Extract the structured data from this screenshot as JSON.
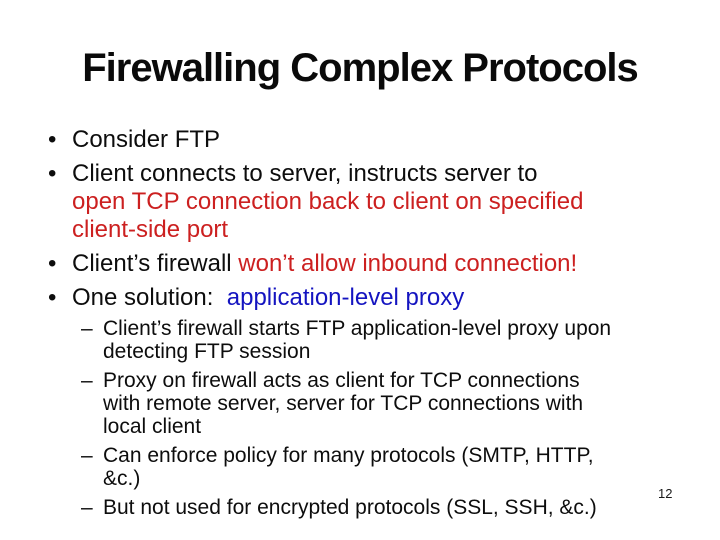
{
  "slide": {
    "title": "Firewalling Complex Protocols",
    "page_number": "12",
    "colors": {
      "text": "#0d0d0d",
      "red": "#cc2020",
      "blue": "#1414c0",
      "background": "#ffffff"
    },
    "bullets": [
      {
        "marker": "•",
        "lines": [
          [
            {
              "t": "Consider FTP",
              "c": "text"
            }
          ]
        ]
      },
      {
        "marker": "•",
        "lines": [
          [
            {
              "t": "Client connects to server, instructs server to",
              "c": "text"
            }
          ],
          [
            {
              "t": "open TCP connection back to client on specified",
              "c": "red"
            }
          ],
          [
            {
              "t": "client-side port",
              "c": "red"
            }
          ]
        ]
      },
      {
        "marker": "•",
        "lines": [
          [
            {
              "t": "Client’s firewall ",
              "c": "text"
            },
            {
              "t": "won’t allow inbound connection!",
              "c": "red"
            }
          ]
        ]
      },
      {
        "marker": "•",
        "lines": [
          [
            {
              "t": "One solution:  ",
              "c": "text"
            },
            {
              "t": "application-level proxy",
              "c": "blue"
            }
          ]
        ]
      }
    ],
    "sub_bullets": [
      {
        "marker": "–",
        "lines": [
          [
            {
              "t": "Client’s firewall starts FTP application-level proxy upon",
              "c": "text"
            }
          ],
          [
            {
              "t": "detecting FTP session",
              "c": "text"
            }
          ]
        ]
      },
      {
        "marker": "–",
        "lines": [
          [
            {
              "t": "Proxy on firewall acts as client for TCP connections",
              "c": "text"
            }
          ],
          [
            {
              "t": "with remote server, server for TCP connections with",
              "c": "text"
            }
          ],
          [
            {
              "t": "local client",
              "c": "text"
            }
          ]
        ]
      },
      {
        "marker": "–",
        "lines": [
          [
            {
              "t": "Can enforce policy for many protocols (SMTP, HTTP,",
              "c": "text"
            }
          ],
          [
            {
              "t": "&c.)",
              "c": "text"
            }
          ]
        ]
      },
      {
        "marker": "–",
        "lines": [
          [
            {
              "t": "But not used for encrypted protocols (SSL, SSH, &c.)",
              "c": "text"
            }
          ]
        ]
      }
    ]
  }
}
